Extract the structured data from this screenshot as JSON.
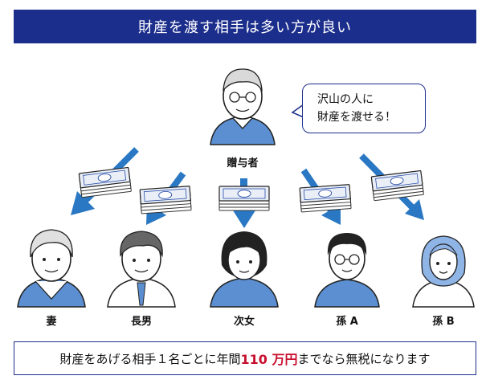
{
  "title": "財産を渡す相手は多い方が良い",
  "bubble": {
    "line1": "沢山の人に",
    "line2": "財産を渡せる！"
  },
  "giver": {
    "label": "贈与者"
  },
  "recipients": [
    {
      "label": "妻"
    },
    {
      "label": "長男"
    },
    {
      "label": "次女"
    },
    {
      "label": "孫 A"
    },
    {
      "label": "孫 B"
    }
  ],
  "footer": {
    "prefix": "財産をあげる相手１名ごとに年間 ",
    "amount": "110 万円",
    "suffix": "までなら無税になります"
  },
  "colors": {
    "title_bg": "#1c2e8c",
    "arrow": "#2a78c4",
    "clothing": "#5b8fd1",
    "highlight": "#c8102e",
    "banknote": "#e9eef7"
  },
  "icons": [
    "elderly-man-icon",
    "money-stack-icon",
    "arrow-down-icon",
    "speech-bubble-icon"
  ]
}
